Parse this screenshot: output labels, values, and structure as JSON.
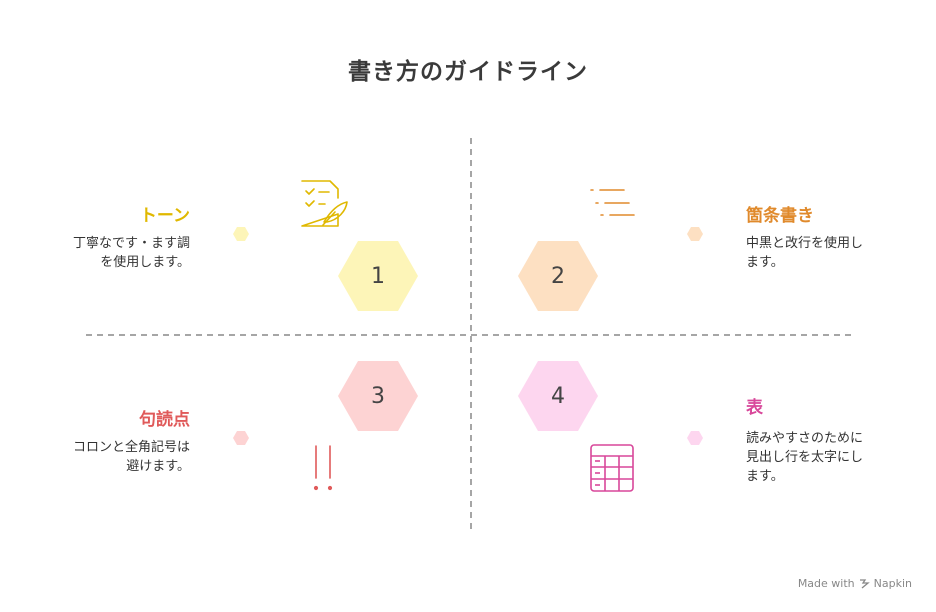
{
  "title": "書き方のガイドライン",
  "sections": [
    {
      "number": "1",
      "heading": "トーン",
      "description_lines": [
        "丁寧なです・ます調",
        "を使用します。"
      ],
      "color": "#e0b800",
      "hex_color": "#fdf5b8",
      "dot_color": "#fdf5b8",
      "icon": "clipboard-feather-icon"
    },
    {
      "number": "2",
      "heading": "箇条書き",
      "description_lines": [
        "中黒と改行を使用し",
        "ます。"
      ],
      "color": "#e08a2c",
      "hex_color": "#fde0c2",
      "dot_color": "#fde0c2",
      "icon": "bullet-list-icon"
    },
    {
      "number": "3",
      "heading": "句読点",
      "description_lines": [
        "コロンと全角記号は",
        "避けます。"
      ],
      "color": "#e05a5a",
      "hex_color": "#fdd3d3",
      "dot_color": "#fdd3d3",
      "icon": "exclamation-icon"
    },
    {
      "number": "4",
      "heading": "表",
      "description_lines": [
        "読みやすさのために",
        "見出し行を太字にし",
        "ます。"
      ],
      "color": "#d8479a",
      "hex_color": "#fdd6ef",
      "dot_color": "#fdd6ef",
      "icon": "table-icon"
    }
  ],
  "footer": {
    "made_with": "Made with",
    "brand": "Napkin"
  }
}
